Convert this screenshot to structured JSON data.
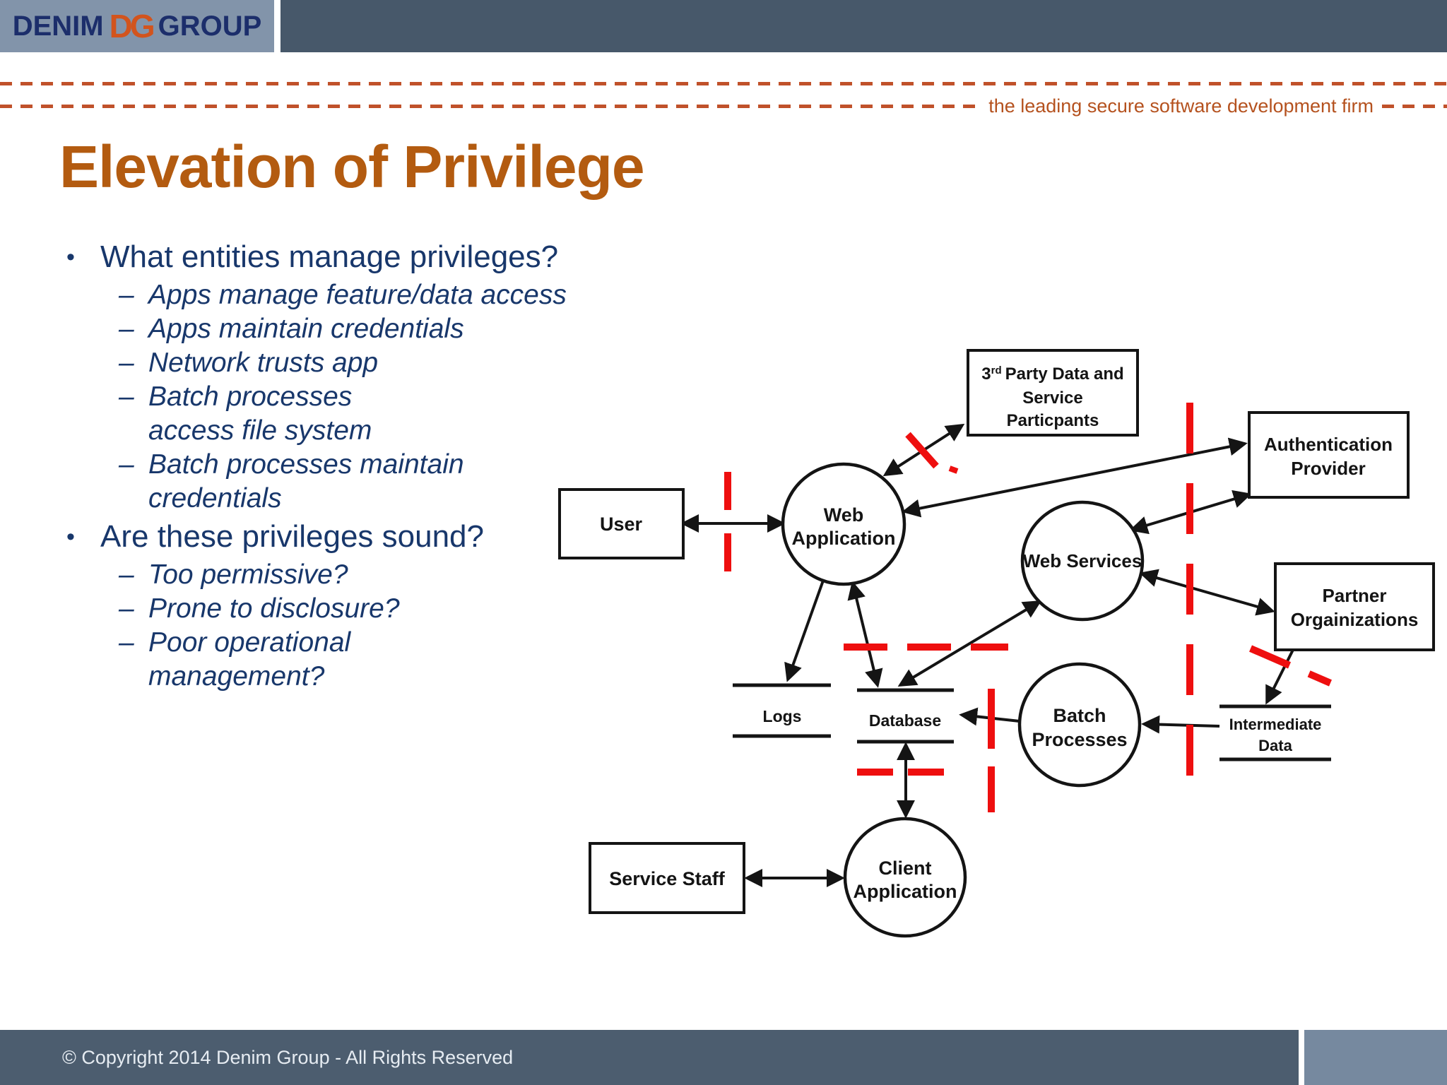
{
  "header": {
    "logo": {
      "word1": "DENIM",
      "monogram": "DG",
      "word2": "GROUP"
    },
    "tagline": "the leading secure software development firm"
  },
  "slide": {
    "title": "Elevation of Privilege"
  },
  "bullets": {
    "items": [
      {
        "marker": "•",
        "text": "What entities manage privileges?",
        "level": 1
      },
      {
        "marker": "–",
        "text": "Apps manage feature/data access",
        "level": 2
      },
      {
        "marker": "–",
        "text": "Apps maintain credentials",
        "level": 2
      },
      {
        "marker": "–",
        "text": "Network trusts app",
        "level": 2
      },
      {
        "marker": "–",
        "text": "Batch processes",
        "level": 2
      },
      {
        "marker": "",
        "text": "access file system",
        "level": 2
      },
      {
        "marker": "–",
        "text": "Batch processes maintain",
        "level": 2
      },
      {
        "marker": "",
        "text": "credentials",
        "level": 2
      },
      {
        "marker": "•",
        "text": "Are these privileges sound?",
        "level": 1
      },
      {
        "marker": "–",
        "text": "Too permissive?",
        "level": 2
      },
      {
        "marker": "–",
        "text": "Prone to disclosure?",
        "level": 2
      },
      {
        "marker": "–",
        "text": "Poor operational",
        "level": 2
      },
      {
        "marker": "",
        "text": "management?",
        "level": 2
      }
    ]
  },
  "diagram": {
    "nodes": {
      "user": {
        "label": "User"
      },
      "third_party": {
        "num": "3",
        "sup": "rd",
        "line1": "Party Data and",
        "line2": "Service",
        "line3": "Particpants"
      },
      "auth_provider": {
        "line1": "Authentication",
        "line2": "Provider"
      },
      "partner_orgs": {
        "line1": "Partner",
        "line2": "Orgainizations"
      },
      "service_staff": {
        "label": "Service Staff"
      },
      "web_application": {
        "line1": "Web",
        "line2": "Application"
      },
      "web_services": {
        "label": "Web Services"
      },
      "batch_processes": {
        "line1": "Batch",
        "line2": "Processes"
      },
      "client_application": {
        "line1": "Client",
        "line2": "Application"
      },
      "logs": {
        "label": "Logs"
      },
      "database": {
        "label": "Database"
      },
      "intermediate_data": {
        "line1": "Intermediate",
        "line2": "Data"
      }
    }
  },
  "footer": {
    "copyright": "© Copyright 2014  Denim Group - All Rights Reserved"
  },
  "colors": {
    "accent_orange": "#c0512a",
    "title_orange": "#b35b10",
    "text_navy": "#18376b",
    "header_slate": "#47586a",
    "logo_panel": "#8294aa",
    "footer_accent": "#76899f",
    "boundary_red": "#ee0f0f"
  }
}
